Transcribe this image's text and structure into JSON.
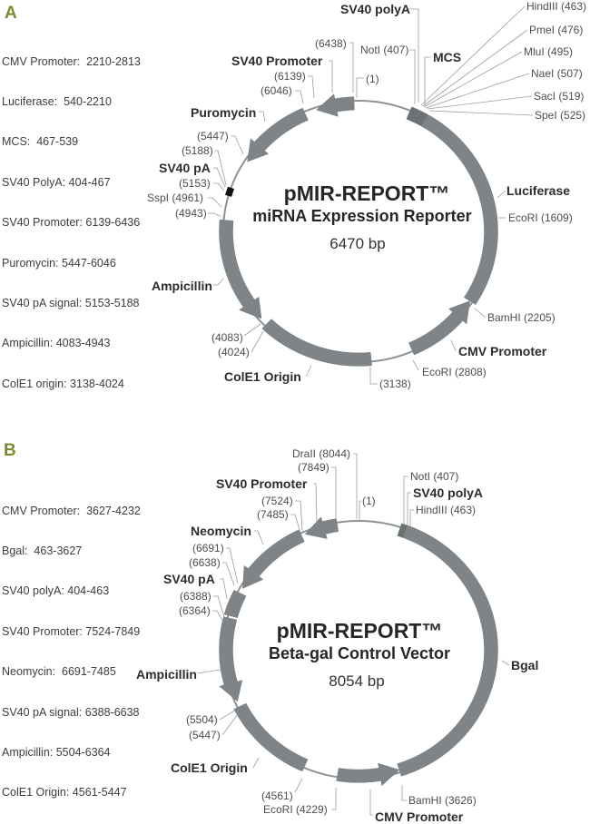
{
  "panels": [
    {
      "letter": "A",
      "legend": [
        "CMV Promoter:  2210-2813",
        "Luciferase:  540-2210",
        "MCS:  467-539",
        "SV40 PolyA: 404-467",
        "SV40 Promoter: 6139-6436",
        "Puromycin: 5447-6046",
        "SV40 pA signal: 5153-5188",
        "Ampicillin: 4083-4943",
        "ColE1 origin: 3138-4024"
      ],
      "map": {
        "title": "pMIR-REPORT™",
        "subtitle": "miRNA Expression Reporter",
        "size_label": "6470 bp",
        "total_bp": 6470,
        "features": [
          {
            "label": "SV40 polyA",
            "start": 404,
            "end": 467,
            "shape": "block",
            "tone": "dark"
          },
          {
            "label": "MCS",
            "start": 467,
            "end": 539,
            "shape": "block",
            "tone": "dark"
          },
          {
            "label": "Luciferase",
            "start": 540,
            "end": 2210,
            "shape": "block"
          },
          {
            "label": "CMV Promoter",
            "start": 2210,
            "end": 2813,
            "shape": "arrow",
            "head": "start"
          },
          {
            "label": "ColE1 Origin",
            "start": 3138,
            "end": 4024,
            "shape": "block"
          },
          {
            "label": "Ampicillin",
            "start": 4083,
            "end": 4943,
            "shape": "arrow",
            "head": "start"
          },
          {
            "label": "SV40 pA",
            "start": 5153,
            "end": 5188,
            "shape": "signal"
          },
          {
            "label": "Puromycin",
            "start": 5447,
            "end": 6046,
            "shape": "arrow",
            "head": "start"
          },
          {
            "label": "SV40 Promoter",
            "start": 6139,
            "end": 6436,
            "shape": "arrow",
            "head": "start"
          }
        ],
        "sites": [
          {
            "label": "(1)",
            "bp": 1
          },
          {
            "label": "NotI (407)",
            "bp": 407
          },
          {
            "label": "HindIII (463)",
            "bp": 463
          },
          {
            "label": "PmeI (476)",
            "bp": 476
          },
          {
            "label": "MluI (495)",
            "bp": 495
          },
          {
            "label": "NaeI (507)",
            "bp": 507
          },
          {
            "label": "SacI (519)",
            "bp": 519
          },
          {
            "label": "SpeI (525)",
            "bp": 525
          },
          {
            "label": "EcoRI (1609)",
            "bp": 1609
          },
          {
            "label": "BamHI (2205)",
            "bp": 2205
          },
          {
            "label": "EcoRI (2808)",
            "bp": 2808
          },
          {
            "label": "(3138)",
            "bp": 3138
          },
          {
            "label": "(4024)",
            "bp": 4024
          },
          {
            "label": "(4083)",
            "bp": 4083
          },
          {
            "label": "(4943)",
            "bp": 4943
          },
          {
            "label": "SspI (4961)",
            "bp": 4961
          },
          {
            "label": "(5153)",
            "bp": 5153
          },
          {
            "label": "(5188)",
            "bp": 5188
          },
          {
            "label": "(5447)",
            "bp": 5447
          },
          {
            "label": "(6046)",
            "bp": 6046
          },
          {
            "label": "(6139)",
            "bp": 6139
          },
          {
            "label": "(6438)",
            "bp": 6438
          }
        ]
      }
    },
    {
      "letter": "B",
      "legend": [
        "CMV Promoter:  3627-4232",
        "Bgal:  463-3627",
        "SV40 polyA: 404-463",
        "SV40 Promoter: 7524-7849",
        "Neomycin:  6691-7485",
        "SV40 pA signal: 6388-6638",
        "Ampicillin: 5504-6364",
        "ColE1 Origin: 4561-5447"
      ],
      "map": {
        "title": "pMIR-REPORT™",
        "subtitle": "Beta-gal Control Vector",
        "size_label": "8054 bp",
        "total_bp": 8054,
        "features": [
          {
            "label": "SV40 polyA",
            "start": 404,
            "end": 463,
            "shape": "block",
            "tone": "dark"
          },
          {
            "label": "Bgal",
            "start": 463,
            "end": 3627,
            "shape": "block"
          },
          {
            "label": "CMV Promoter",
            "start": 3627,
            "end": 4232,
            "shape": "arrow",
            "head": "start"
          },
          {
            "label": "ColE1 Origin",
            "start": 4561,
            "end": 5447,
            "shape": "block"
          },
          {
            "label": "Ampicillin",
            "start": 5504,
            "end": 6364,
            "shape": "arrow",
            "head": "start"
          },
          {
            "label": "SV40 pA",
            "start": 6388,
            "end": 6638,
            "shape": "block"
          },
          {
            "label": "Neomycin",
            "start": 6691,
            "end": 7485,
            "shape": "arrow",
            "head": "start"
          },
          {
            "label": "SV40 Promoter",
            "start": 7524,
            "end": 7849,
            "shape": "arrow",
            "head": "start"
          }
        ],
        "sites": [
          {
            "label": "(1)",
            "bp": 1
          },
          {
            "label": "NotI (407)",
            "bp": 407
          },
          {
            "label": "HindIII (463)",
            "bp": 463
          },
          {
            "label": "BamHI (3626)",
            "bp": 3626
          },
          {
            "label": "EcoRI (4229)",
            "bp": 4229
          },
          {
            "label": "(4561)",
            "bp": 4561
          },
          {
            "label": "(5447)",
            "bp": 5447
          },
          {
            "label": "(5504)",
            "bp": 5504
          },
          {
            "label": "(6364)",
            "bp": 6364
          },
          {
            "label": "(6388)",
            "bp": 6388
          },
          {
            "label": "(6638)",
            "bp": 6638
          },
          {
            "label": "(6691)",
            "bp": 6691
          },
          {
            "label": "(7485)",
            "bp": 7485
          },
          {
            "label": "(7524)",
            "bp": 7524
          },
          {
            "label": "(7849)",
            "bp": 7849
          },
          {
            "label": "DraII (8044)",
            "bp": 8044
          }
        ]
      }
    }
  ],
  "colors": {
    "panel_letter": "#7b8a2e",
    "feature": "#7e8487",
    "feature_dark": "#6c7174",
    "signal": "#141414",
    "backbone": "#8e9295",
    "leader": "#9c9c9c"
  }
}
